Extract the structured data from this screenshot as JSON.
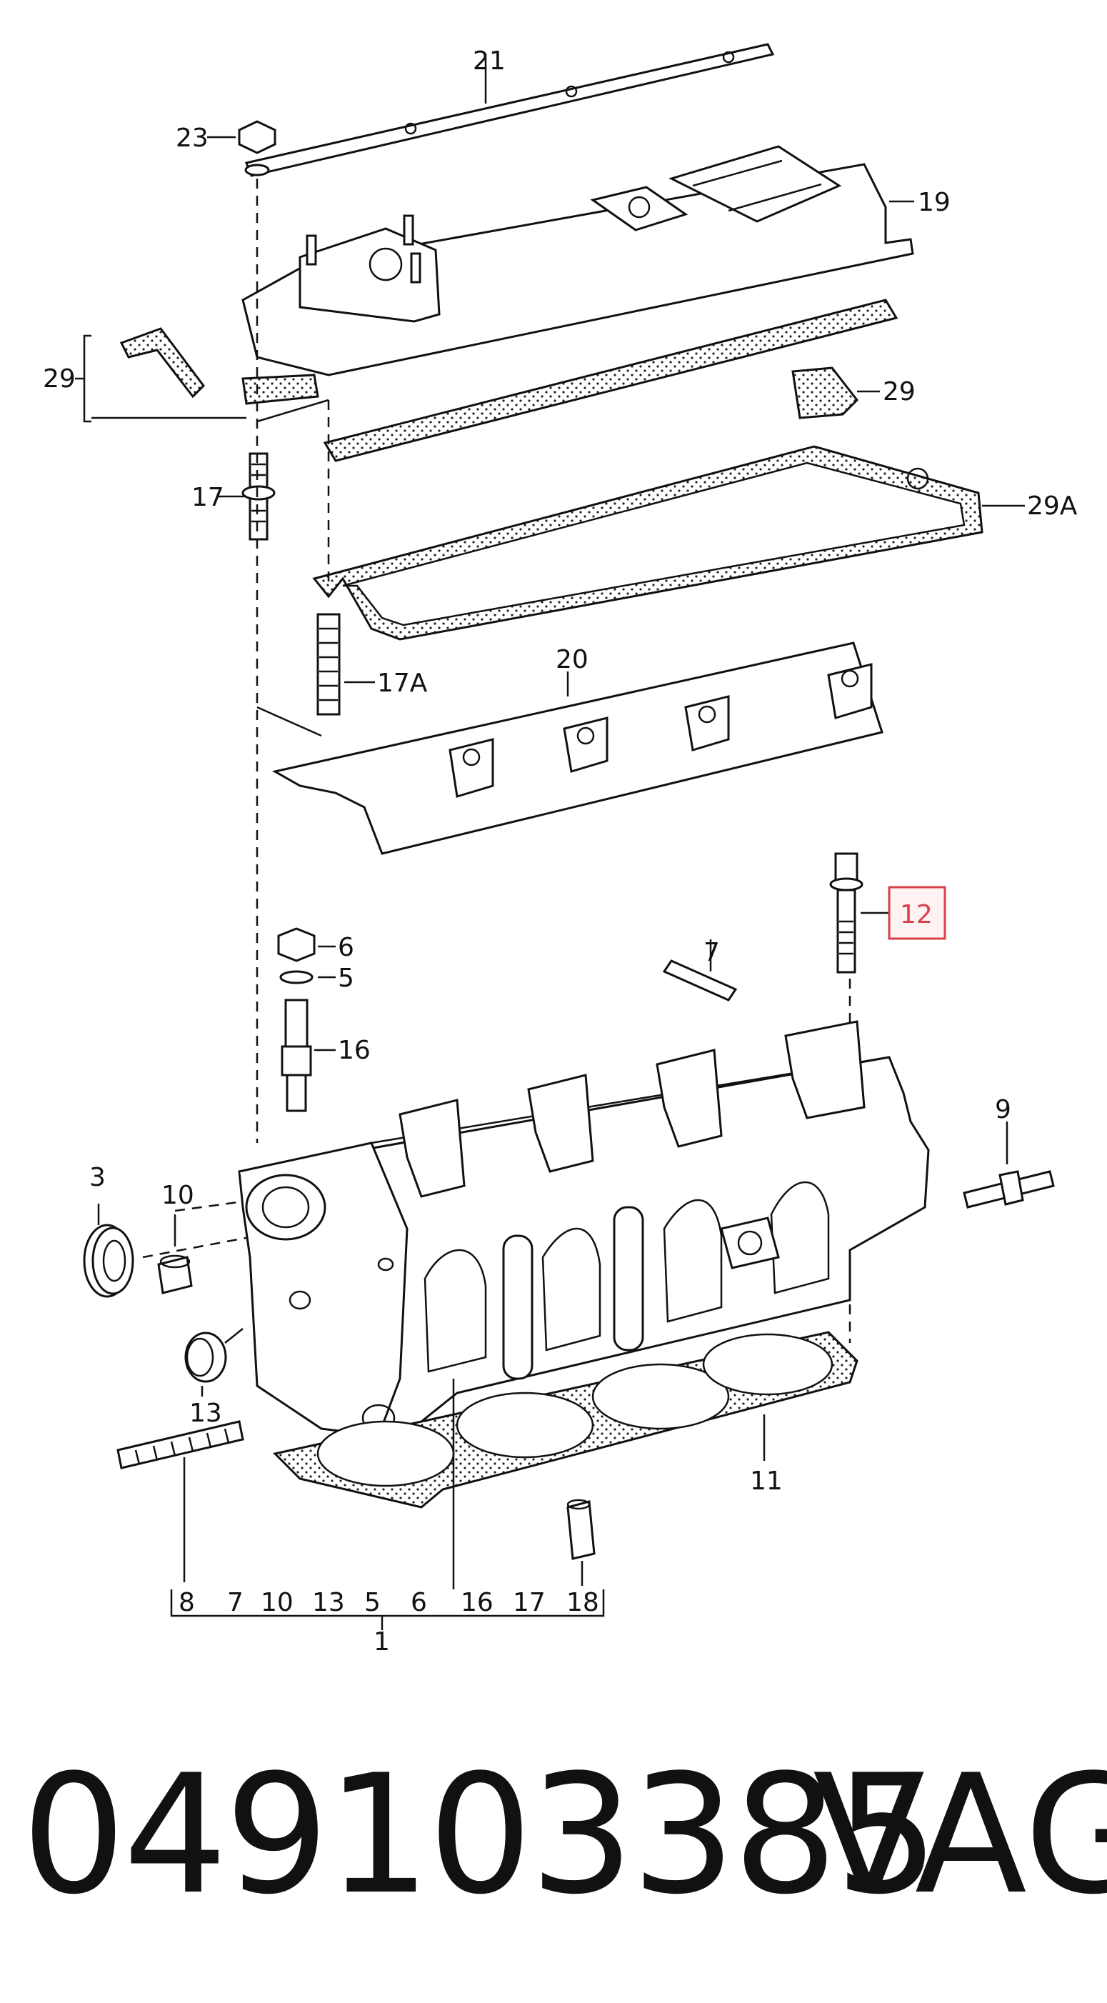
{
  "callouts": {
    "c21": "21",
    "c23": "23",
    "c19": "19",
    "c29_left": "29",
    "c29_right": "29",
    "c29A": "29A",
    "c17": "17",
    "c17A": "17A",
    "c20": "20",
    "c12": "12",
    "c7": "7",
    "c6": "6",
    "c5": "5",
    "c16": "16",
    "c9": "9",
    "c3": "3",
    "c10": "10",
    "c13": "13",
    "c11": "11",
    "c18": "18",
    "c8": "8",
    "c1": "1"
  },
  "bottom_bracket": [
    "8",
    "7",
    "10",
    "13",
    "5",
    "6",
    "16",
    "17",
    "18"
  ],
  "highlight_color": "#d9414a",
  "footer": {
    "part_number": "049103385",
    "brand": "VAG"
  }
}
